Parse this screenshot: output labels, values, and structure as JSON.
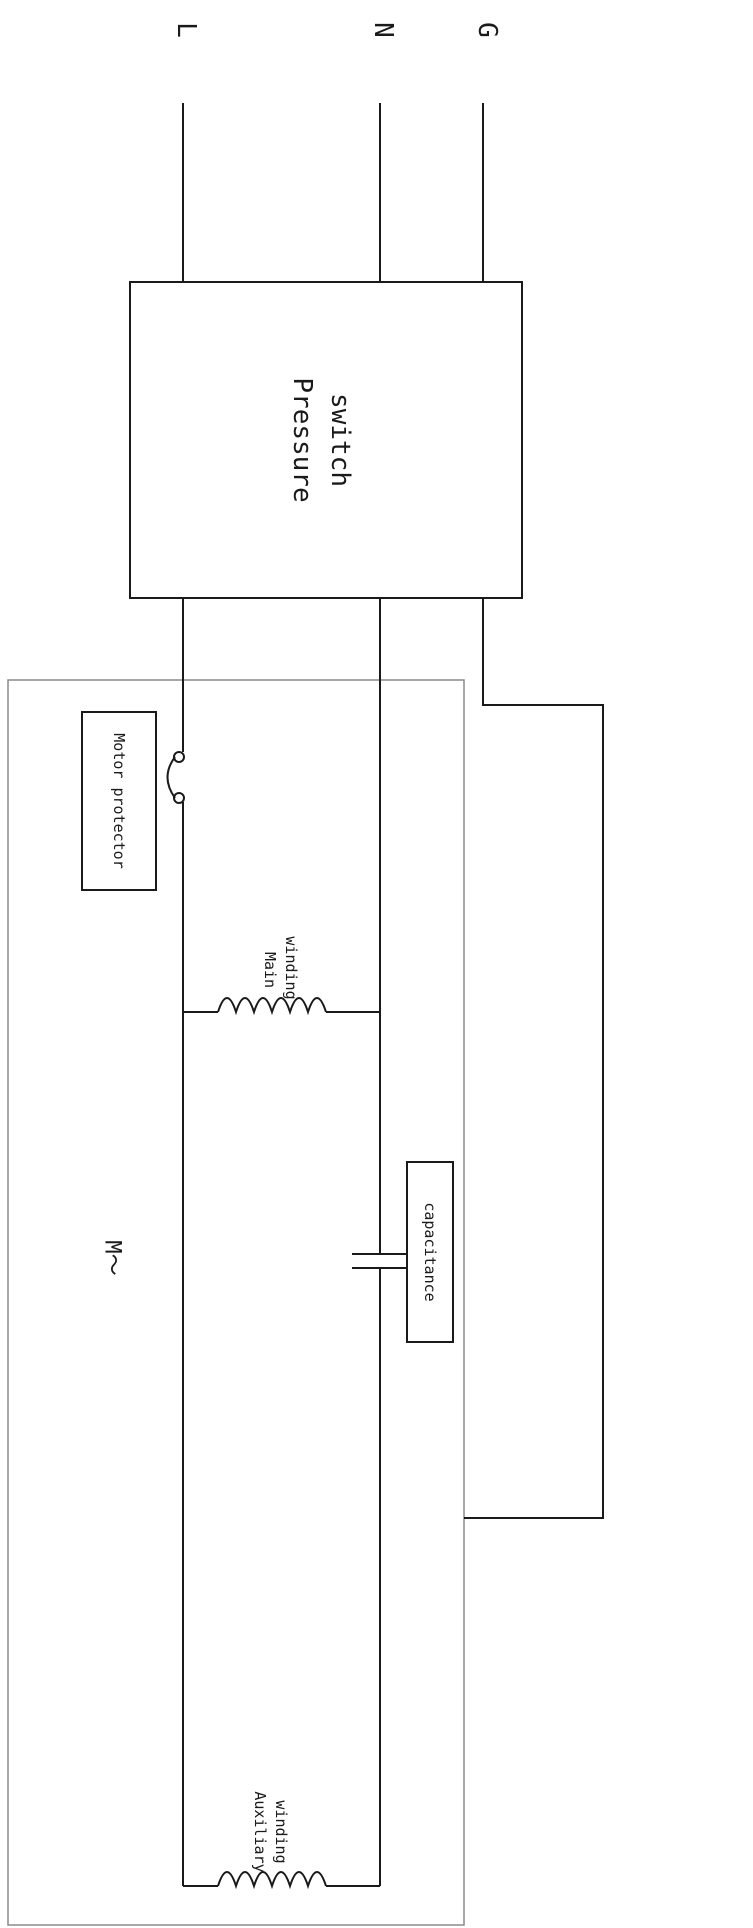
{
  "terminals": {
    "line": "L",
    "neutral": "N",
    "ground": "G"
  },
  "pressure_switch": {
    "line1": "Pressure",
    "line2": "switch"
  },
  "motor": {
    "symbol": "M～"
  },
  "motor_protector": {
    "label": "Motor protector"
  },
  "main_winding": {
    "line1": "Main",
    "line2": "winding"
  },
  "capacitance": {
    "label": "capacitance"
  },
  "auxiliary_winding": {
    "line1": "Auxiliary",
    "line2": "winding"
  }
}
